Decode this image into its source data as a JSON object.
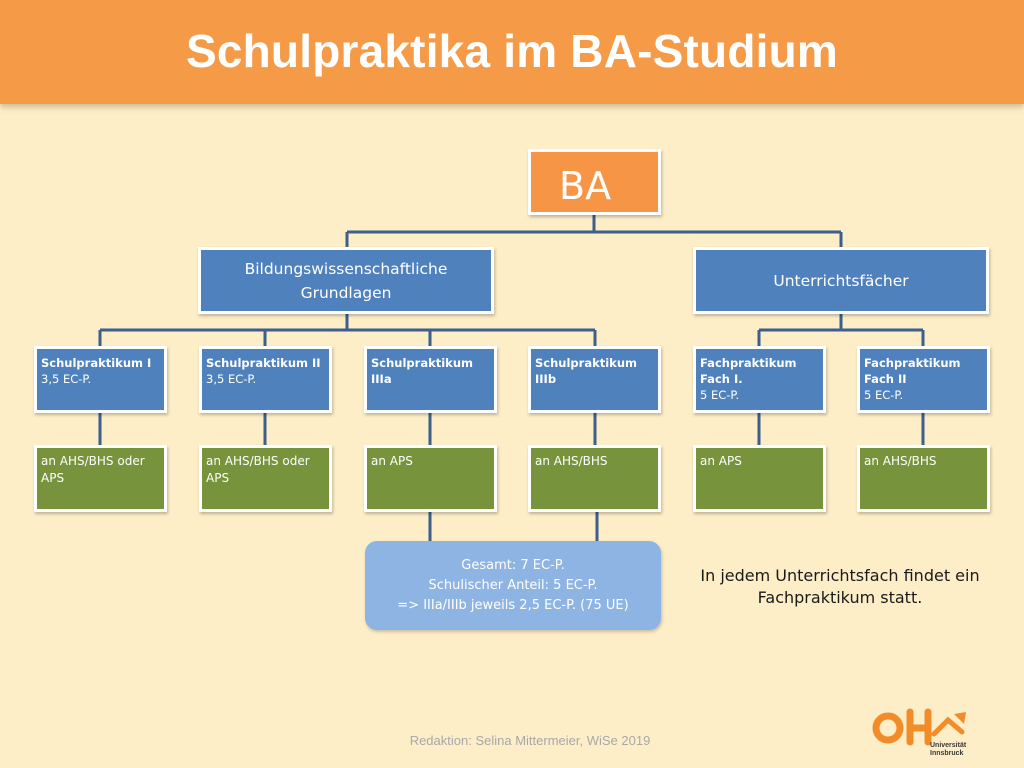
{
  "header": {
    "title": "Schulpraktika im BA-Studium"
  },
  "root": {
    "label": "BA"
  },
  "branches": [
    {
      "label": "Bildungswissenschaftliche Grundlagen"
    },
    {
      "label": "Unterrichtsfächer"
    }
  ],
  "practica": [
    {
      "title": "Schulpraktikum I",
      "credits": "3,5 EC-P.",
      "school": "an AHS/BHS oder APS"
    },
    {
      "title": "Schulpraktikum II",
      "credits": "3,5 EC-P.",
      "school": "an AHS/BHS oder APS"
    },
    {
      "title": "Schulpraktikum IIIa",
      "credits": "",
      "school": "an APS"
    },
    {
      "title": "Schulpraktikum IIIb",
      "credits": "",
      "school": "an AHS/BHS"
    },
    {
      "title": "Fachpraktikum Fach I.",
      "credits": "5 EC-P.",
      "school": "an APS"
    },
    {
      "title": "Fachpraktikum Fach II",
      "credits": "5 EC-P.",
      "school": "an AHS/BHS"
    }
  ],
  "summary": {
    "line1": "Gesamt: 7 EC-P.",
    "line2": "Schulischer Anteil: 5 EC-P.",
    "line3": "=> IIIa/IIIb jeweils 2,5 EC-P. (75 UE)"
  },
  "note": {
    "text": "In jedem Unterrichtsfach findet ein Fachpraktikum statt."
  },
  "footer": {
    "text": "Redaktion: Selina Mittermeier, WiSe 2019"
  },
  "logo": {
    "line1": "Universität",
    "line2": "Innsbruck",
    "icon": "university-logo-icon"
  },
  "colors": {
    "header": "#f59a47",
    "background": "#fdeec8",
    "root_box": "#f79546",
    "blue_box": "#4f81bd",
    "green_box": "#77933c",
    "summary_box": "#8eb4e3",
    "connector": "#3c5f8c"
  }
}
